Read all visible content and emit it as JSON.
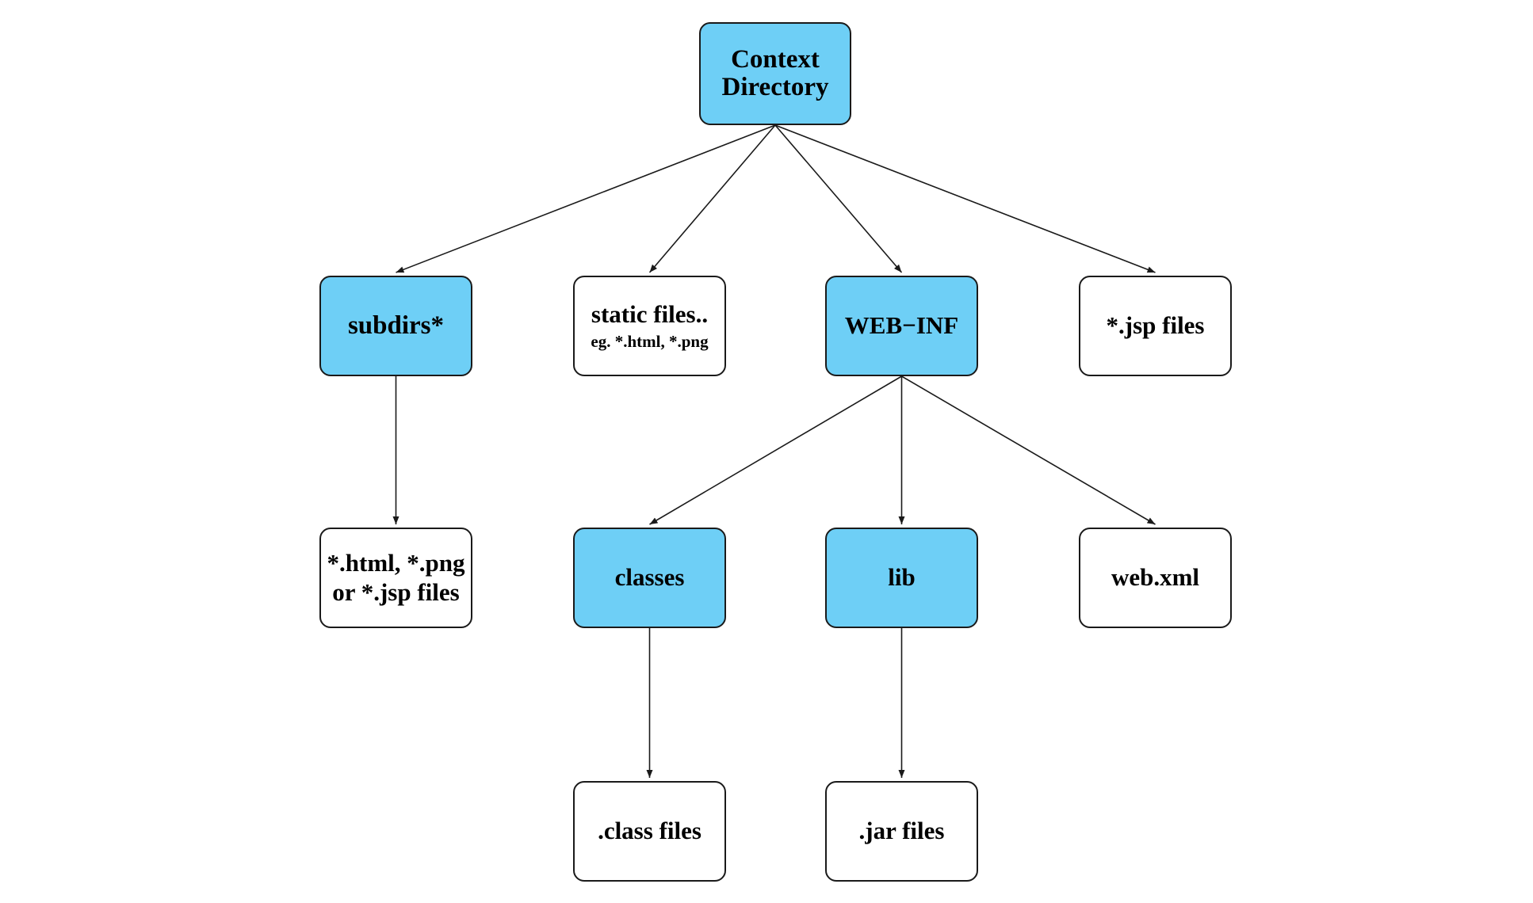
{
  "colors": {
    "directory_fill": "#6ecff6",
    "file_fill": "#ffffff",
    "stroke": "#1a1a1a"
  },
  "nodes": {
    "context": {
      "lines": [
        "Context",
        "Directory"
      ],
      "kind": "directory"
    },
    "subdirs": {
      "lines": [
        "subdirs*"
      ],
      "kind": "directory"
    },
    "static_files": {
      "lines": [
        "static files..",
        "eg. *.html, *.png"
      ],
      "kind": "file"
    },
    "web_inf": {
      "lines": [
        "WEB−INF"
      ],
      "kind": "directory"
    },
    "jsp_files": {
      "lines": [
        "*.jsp files"
      ],
      "kind": "file"
    },
    "subdir_files": {
      "lines": [
        "*.html, *.png",
        "or *.jsp files"
      ],
      "kind": "file"
    },
    "classes": {
      "lines": [
        "classes"
      ],
      "kind": "directory"
    },
    "lib": {
      "lines": [
        "lib"
      ],
      "kind": "directory"
    },
    "web_xml": {
      "lines": [
        "web.xml"
      ],
      "kind": "file"
    },
    "class_files": {
      "lines": [
        ".class files"
      ],
      "kind": "file"
    },
    "jar_files": {
      "lines": [
        ".jar files"
      ],
      "kind": "file"
    }
  },
  "edges": [
    [
      "context",
      "subdirs"
    ],
    [
      "context",
      "static_files"
    ],
    [
      "context",
      "web_inf"
    ],
    [
      "context",
      "jsp_files"
    ],
    [
      "subdirs",
      "subdir_files"
    ],
    [
      "web_inf",
      "classes"
    ],
    [
      "web_inf",
      "lib"
    ],
    [
      "web_inf",
      "web_xml"
    ],
    [
      "classes",
      "class_files"
    ],
    [
      "lib",
      "jar_files"
    ]
  ]
}
